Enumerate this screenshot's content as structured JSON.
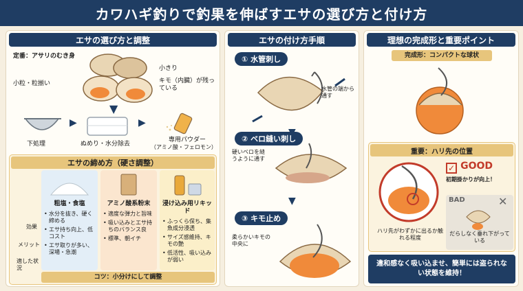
{
  "title": "カワハギ釣りで釣果を伸ばすエサの選び方と付け方",
  "left": {
    "header": "エサの選び方と調整",
    "main_label": "定番：アサリのむき身",
    "callouts": {
      "small_cut": "小きり",
      "small_uniform": "小粒・粒揃い",
      "kimo": "キモ（内臓）が残っている"
    },
    "flow": [
      {
        "label": "下処理"
      },
      {
        "label": "ぬめり・水分除去"
      },
      {
        "label": "専用パウダー",
        "sub": "（アミノ酸・フェロモン）"
      }
    ],
    "firmness": {
      "header": "エサの締め方（硬さ調整）",
      "row_labels": {
        "effect": "効果",
        "merit": "メリット",
        "situation": "適した状況"
      },
      "columns": [
        {
          "name": "粗塩・食塩",
          "effect": "水分を抜き、硬く締める",
          "merit": "エサ持ち向上、低コスト",
          "situation": "エサ取りが多い、深場・急潮"
        },
        {
          "name": "アミノ酸系粉末",
          "effect": "適度な弾力と旨味",
          "merit": "吸い込みとエサ持ちのバランス良",
          "situation": "標準、朝イチ"
        },
        {
          "name": "浸け込み用リキッド",
          "effect": "ふっくら保ち、集魚成分浸透",
          "merit": "サイズ感維持、キモの艶",
          "situation": "低活性、吸い込みが弱い"
        }
      ],
      "tip": "コツ：小分けにして調整"
    }
  },
  "middle": {
    "header": "エサの付け方手順",
    "steps": [
      {
        "num": "①",
        "label": "水管刺し",
        "note": "水管の端から通す"
      },
      {
        "num": "②",
        "label": "ベロ縫い刺し",
        "note": "硬いベロを縫うように通す"
      },
      {
        "num": "③",
        "label": "キモ止め",
        "note": "柔らかいキモの中央に"
      }
    ]
  },
  "right": {
    "header": "理想の完成形と重要ポイント",
    "complete_label": "完成形：コンパクトな球状",
    "important_header": "重要：ハリ先の位置",
    "good_label": "GOOD",
    "good_note": "初期掛かりが向上！",
    "bad_label": "BAD",
    "bad_note": "だらしなく垂れ下がっている",
    "hook_note": "ハリ先がわずかに出るか触れる程度",
    "footer": "違和感なく吸い込ませ、簡単には盗られない状態を維持！"
  },
  "colors": {
    "navy": "#1f3d63",
    "gold": "#e7c57c",
    "cream": "#f6efe0",
    "orange": "#f08a3a"
  }
}
